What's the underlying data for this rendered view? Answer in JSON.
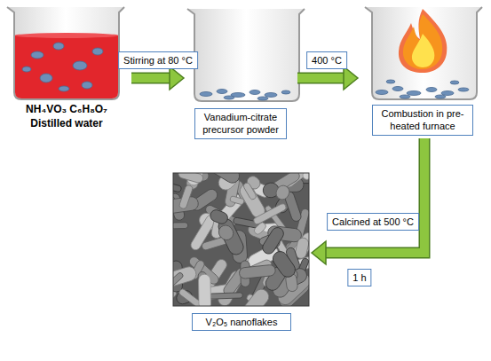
{
  "diagram": {
    "nodes": [
      {
        "text": [
          "NH₄VO₃ C₆H₈O₇ Distilled water"
        ]
      },
      {
        "text": [
          "Vanadium-citrate precursor powder"
        ]
      },
      {
        "text": [
          "Combustion in pre-heated furnace"
        ]
      },
      {
        "text": [
          "V₂O₅ nanoflakes"
        ]
      }
    ],
    "edges": [
      {
        "from": 0,
        "to": 1,
        "label": "Stirring at 80 °C",
        "arrow": "to"
      },
      {
        "from": 1,
        "to": 2,
        "label": "400 °C",
        "arrow": "to"
      },
      {
        "from": 2,
        "to": 3,
        "label": "Calcined at 500 °C",
        "arrow": "to"
      }
    ],
    "labels": [
      "1 h"
    ]
  }
}
